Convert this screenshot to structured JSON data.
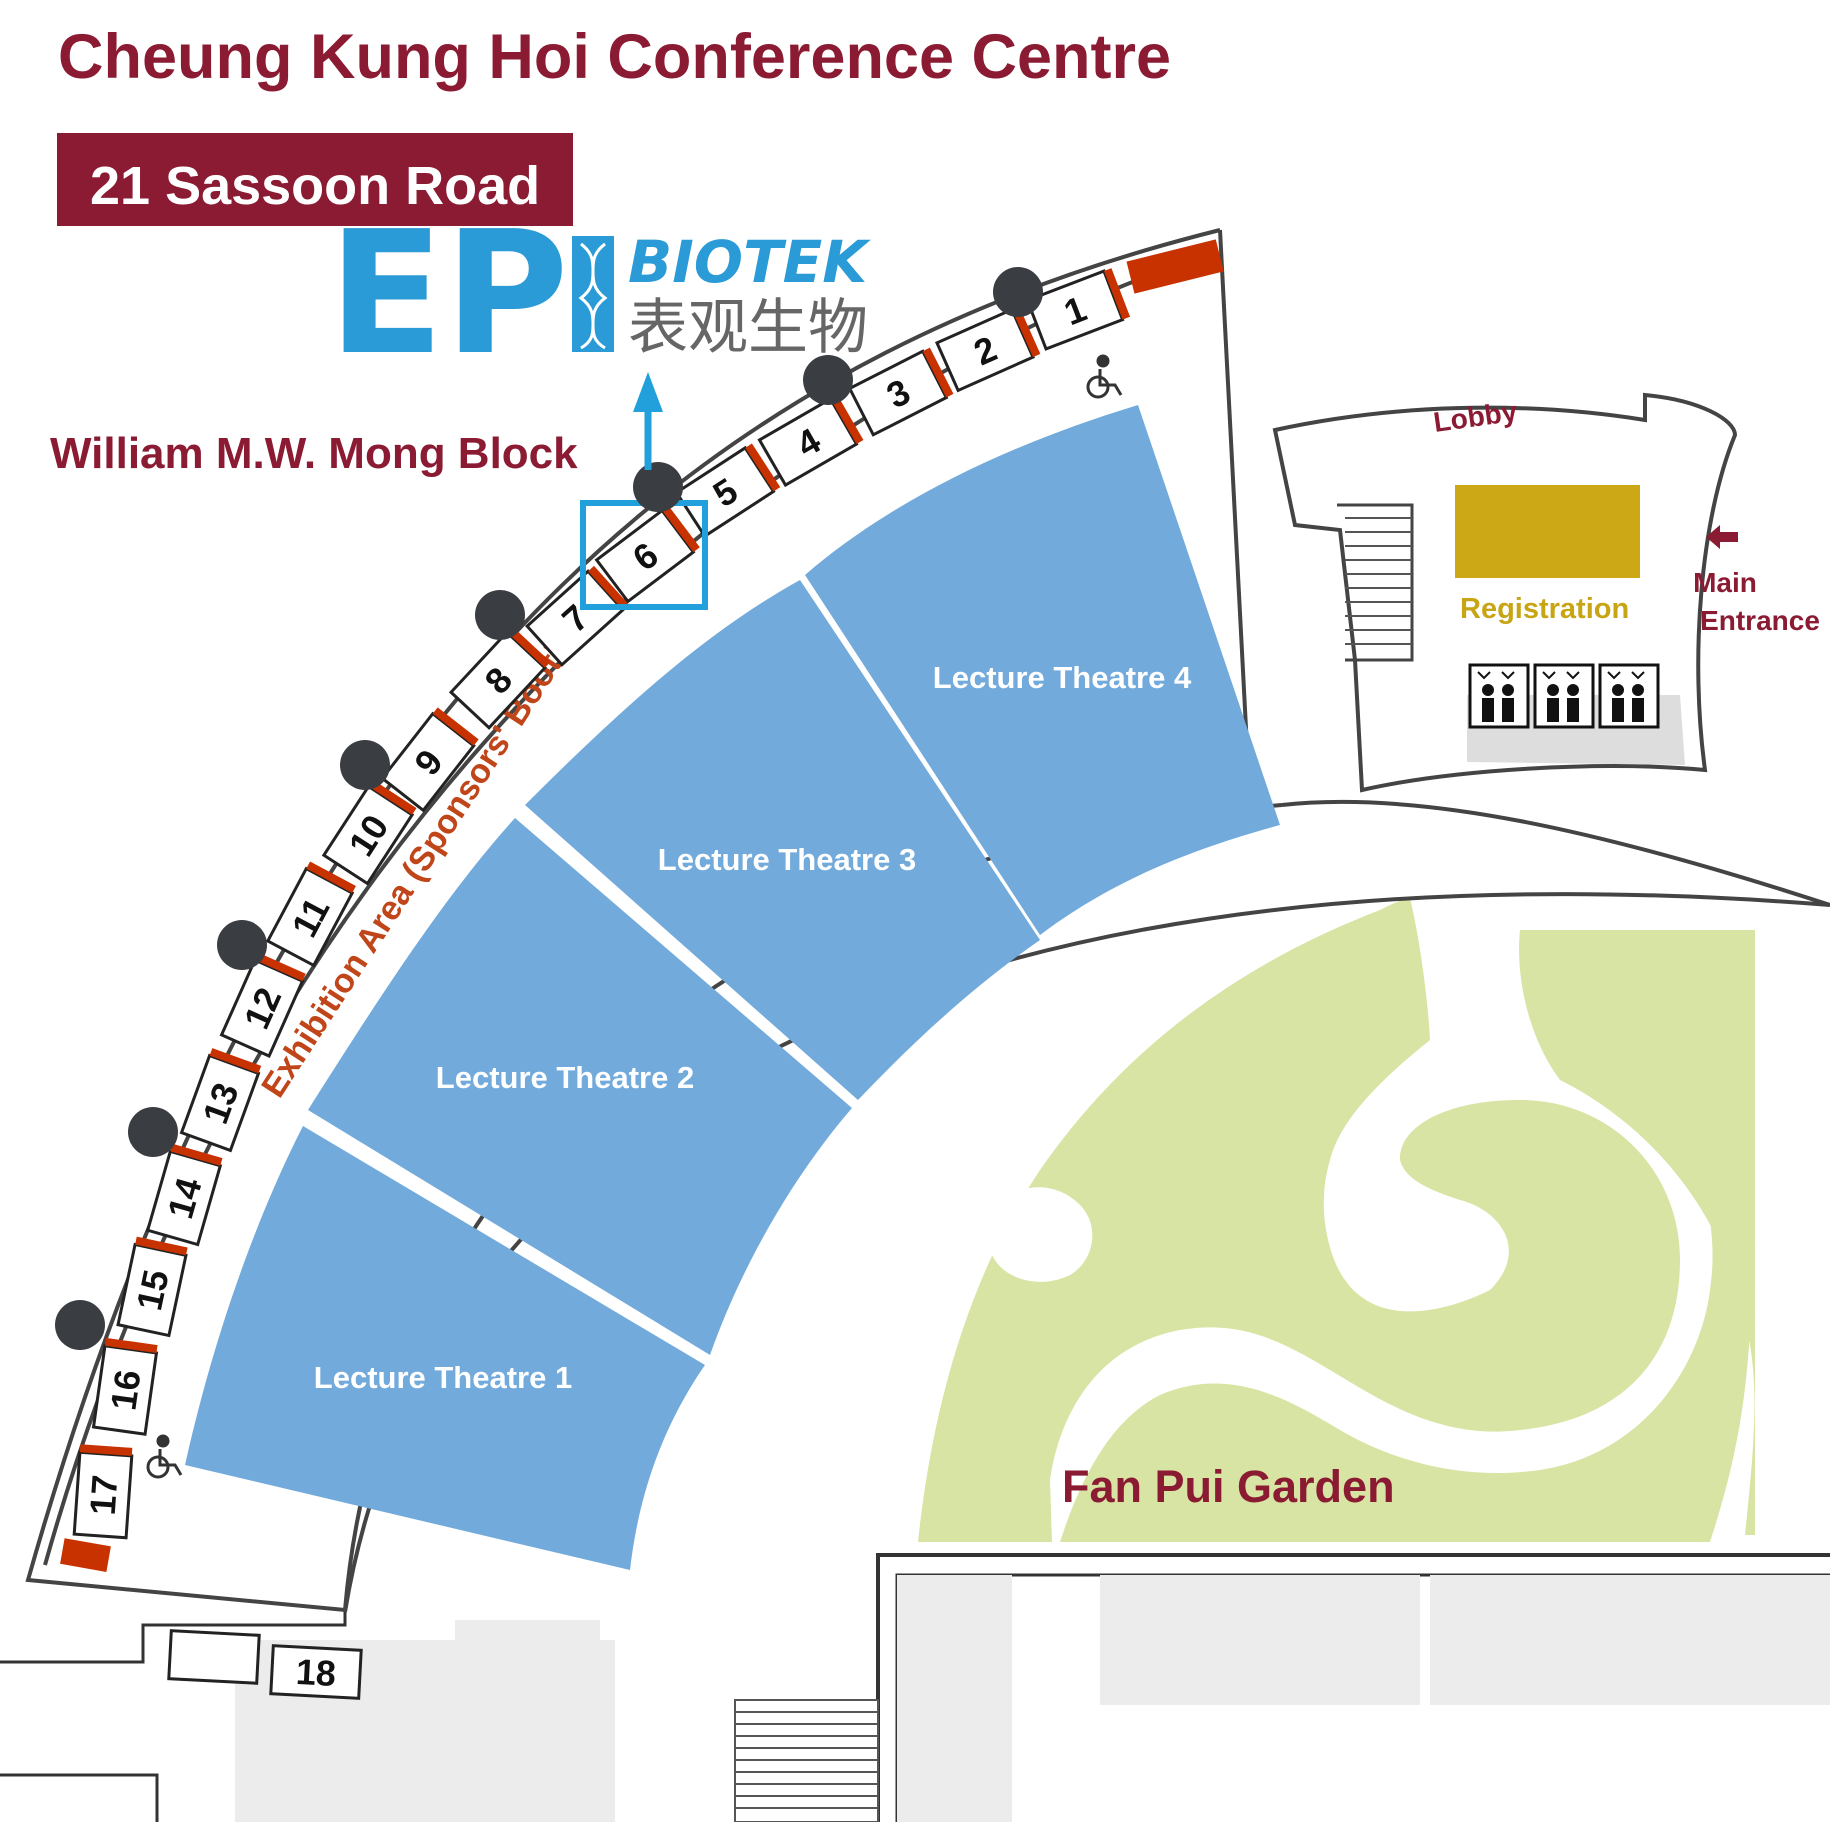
{
  "title": "Cheung Kung Hoi Conference Centre",
  "road": "21 Sassoon Road",
  "block": "William M.W. Mong Block",
  "exhibition_area": "Exhibition Area (Sponsors' Booths)",
  "lobby": "Lobby",
  "registration": "Registration",
  "main_entrance": {
    "line1": "Main",
    "line2": "Entrance"
  },
  "garden": "Fan Pui Garden",
  "theatres": [
    "Lecture Theatre 1",
    "Lecture Theatre 2",
    "Lecture Theatre 3",
    "Lecture Theatre 4"
  ],
  "booths": [
    "1",
    "2",
    "3",
    "4",
    "5",
    "6",
    "7",
    "8",
    "9",
    "10",
    "11",
    "12",
    "13",
    "14",
    "15",
    "16",
    "17"
  ],
  "booth_18": "18",
  "highlighted_booth": "6",
  "logo": {
    "ep": "EP",
    "biotek": "BIOTEK",
    "chinese": "表观生物"
  },
  "colors": {
    "maroon": "#8b1a33",
    "theatre_blue": "#72aadb",
    "garden_green": "#d8e4a3",
    "booth_red": "#c83200",
    "registration_gold": "#cca817",
    "highlight_blue": "#22a0dc",
    "pillar": "#3a3d42",
    "logo_blue": "#2a9bd6"
  },
  "icons": [
    "wheelchair-icon",
    "people-icon",
    "arrow-left-icon",
    "arrow-up-icon",
    "stairs-icon"
  ]
}
